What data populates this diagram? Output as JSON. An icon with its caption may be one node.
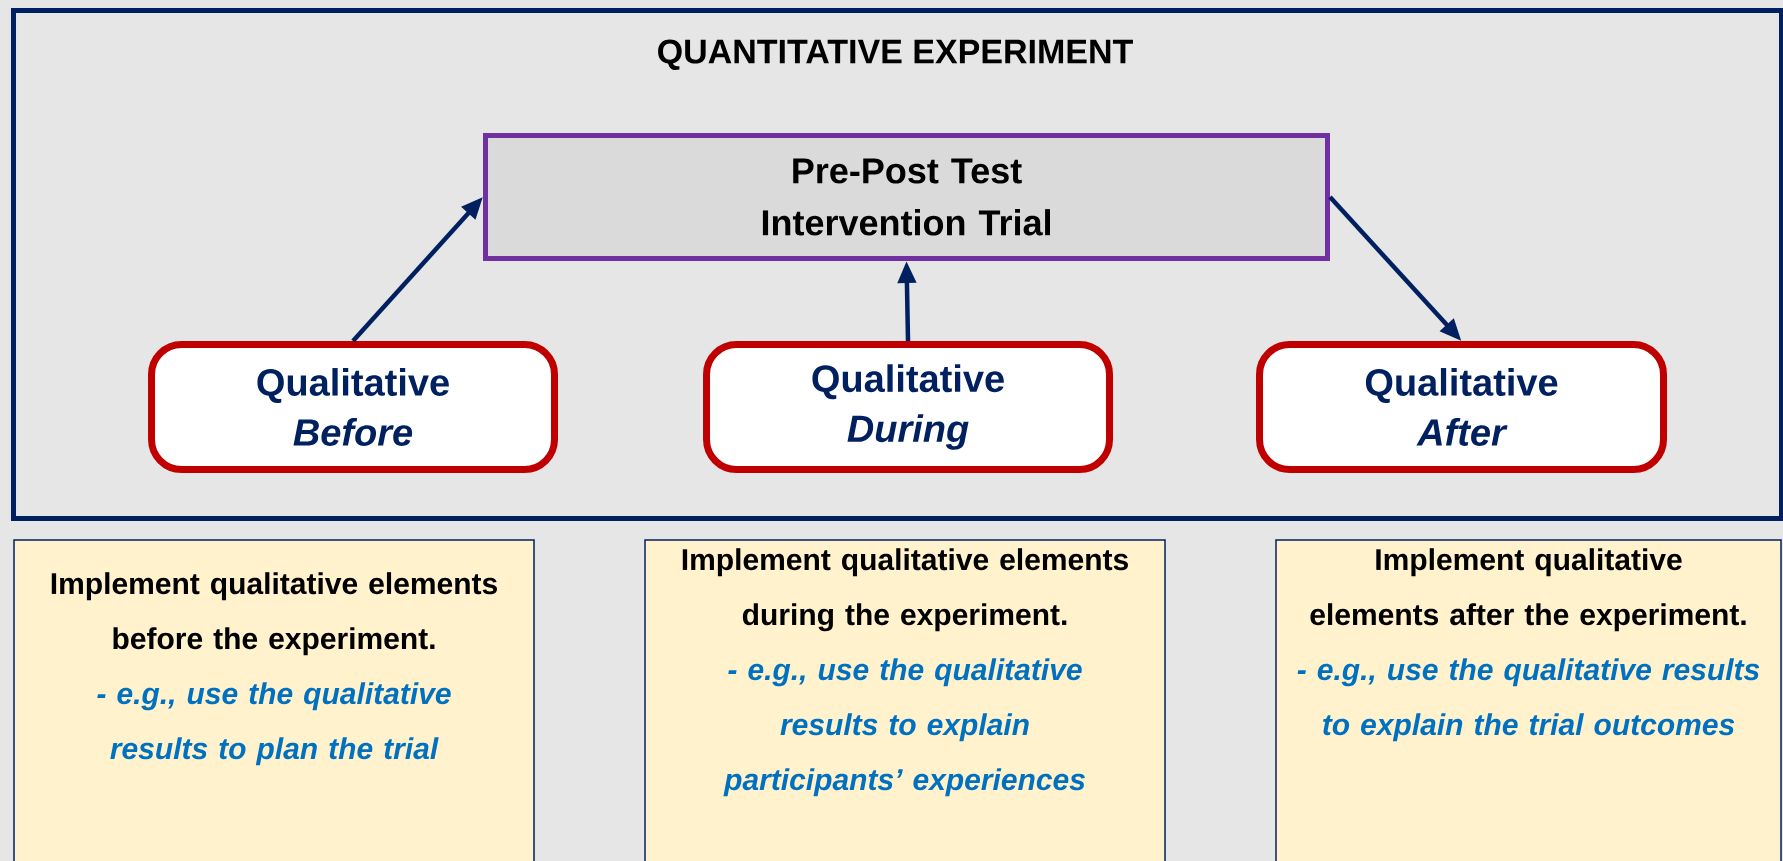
{
  "diagram": {
    "nodes": [
      {
        "text": [
          "QUANTITATIVE EXPERIMENT"
        ]
      },
      {
        "text": [
          "Pre-Post Test Intervention Trial"
        ],
        "in": 0
      },
      {
        "text": [
          "Qualitative",
          "Before"
        ],
        "in": 0
      },
      {
        "text": [
          "Qualitative",
          "During"
        ],
        "in": 0
      },
      {
        "text": [
          "Qualitative",
          "After"
        ],
        "in": 0
      },
      {
        "text": [
          "Implement qualitative elements before the experiment.",
          "- e.g., use the qualitative results to plan the trial"
        ]
      },
      {
        "text": [
          "Implement qualitative elements during the experiment.",
          "- e.g., use the qualitative results to explain participants’ experiences"
        ]
      },
      {
        "text": [
          "Implement qualitative elements after the experiment.",
          "- e.g., use the qualitative results to explain the trial outcomes"
        ]
      }
    ],
    "edges": [
      {
        "from": 2,
        "to": 1,
        "arrow": "to"
      },
      {
        "from": 3,
        "to": 1,
        "arrow": "to"
      },
      {
        "from": 1,
        "to": 4,
        "arrow": "to"
      }
    ]
  }
}
